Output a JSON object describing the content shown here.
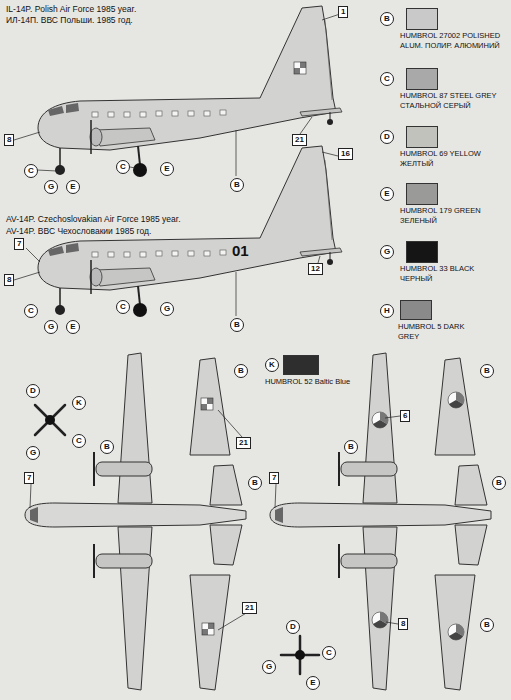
{
  "diagram": {
    "labels": [
      "IL-14P. Polish Air Force 1985 year.",
      "ИЛ-14П. ВВС Польши. 1985 год.",
      "1",
      "8",
      "21",
      "C",
      "G",
      "E",
      "C",
      "E",
      "B",
      "B",
      "C",
      "D",
      "E",
      "G",
      "H",
      "K",
      "AV-14P. Czechoslovakian Air Force 1985 year.",
      "AV-14P. ВВС Чехословакии 1985 год.",
      "7",
      "16",
      "01",
      "8",
      "12",
      "C",
      "G",
      "E",
      "C",
      "G",
      "B",
      "D",
      "K",
      "C",
      "G",
      "7",
      "B",
      "B",
      "21",
      "B",
      "21",
      "7",
      "B",
      "6",
      "B",
      "B",
      "B",
      "8",
      "D",
      "C",
      "G",
      "E"
    ],
    "legend": [
      {
        "text": "HUMBROL 27002 POLISHED ALUM. ПОЛИР. АЛЮМИНИЙ",
        "color": "#c9c9c9"
      },
      {
        "text": "HUMBROL 87 STEEL GREY СТАЛЬНОЙ СЕРЫЙ",
        "color": "#a9a9a9"
      },
      {
        "text": "HUMBROL 69 YELLOW ЖЕЛТЫЙ",
        "color": "#c2c2bc"
      },
      {
        "text": "HUMBROL 179 GREEN ЗЕЛЕНЫЙ",
        "color": "#9a9a98"
      },
      {
        "text": "HUMBROL 33 BLACK ЧЕРНЫЙ",
        "color": "#151515"
      },
      {
        "text": "HUMBROL 5 DARK GREY",
        "color": "#8a8a8a"
      },
      {
        "text": "HUMBROL 52 Baltic Blue",
        "color": "#2e2e2e"
      }
    ]
  }
}
